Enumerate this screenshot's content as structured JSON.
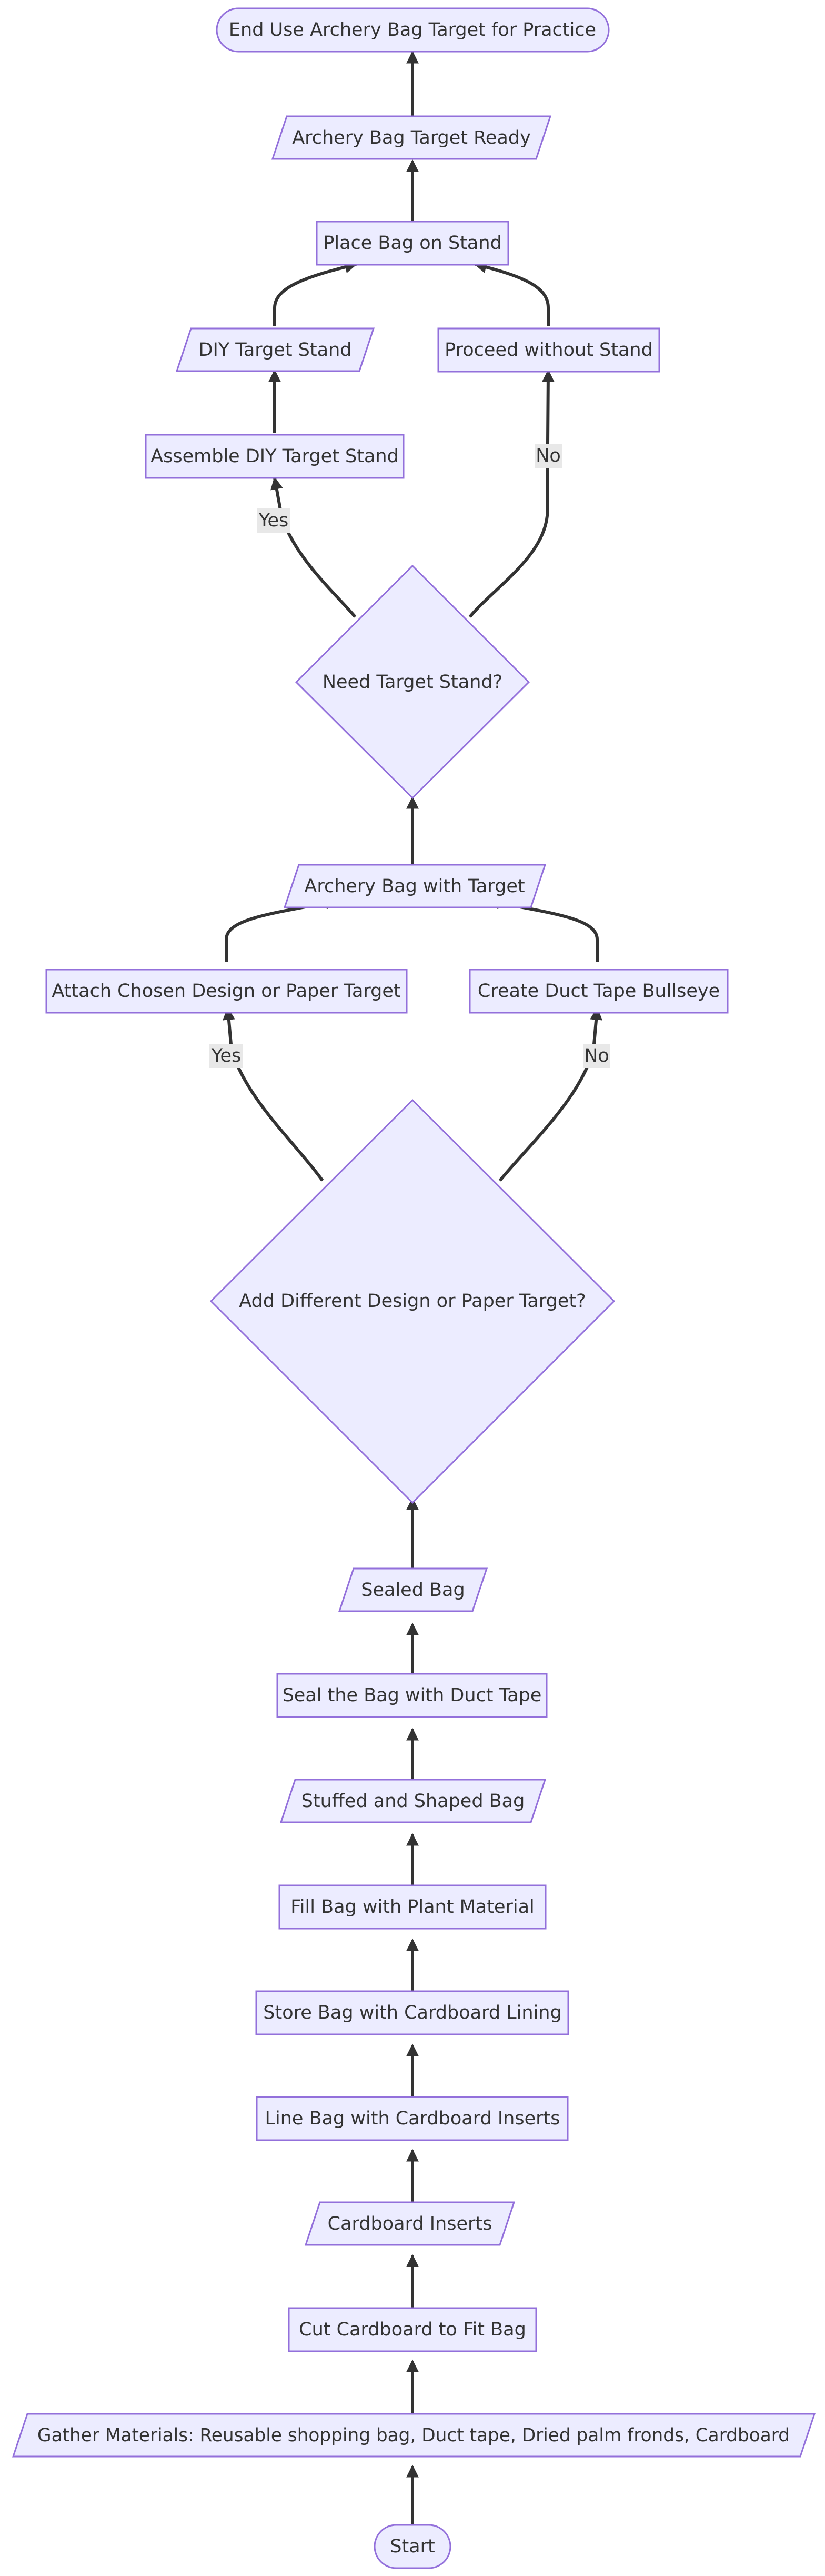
{
  "diagram": {
    "nodes": {
      "end": "End Use Archery Bag Target for Practice",
      "archery_bag_target_ready": "Archery Bag Target Ready",
      "place_bag_on_stand": "Place Bag on Stand",
      "diy_target_stand": "DIY Target Stand",
      "proceed_without_stand": "Proceed without Stand",
      "assemble_diy_target_stand": "Assemble DIY Target Stand",
      "need_target_stand": "Need Target Stand?",
      "archery_bag_with_target": "Archery Bag with Target",
      "attach_chosen_design": "Attach Chosen Design or Paper Target",
      "create_duct_tape_bullseye": "Create Duct Tape Bullseye",
      "add_different_design": "Add Different Design or Paper Target?",
      "sealed_bag": "Sealed Bag",
      "seal_bag_with_duct_tape": "Seal the Bag with Duct Tape",
      "stuffed_and_shaped_bag": "Stuffed and Shaped Bag",
      "fill_bag_with_plant_material": "Fill Bag with Plant Material",
      "store_bag_with_cardboard_lining": "Store Bag with Cardboard Lining",
      "line_bag_with_cardboard_inserts": "Line Bag with Cardboard Inserts",
      "cardboard_inserts": "Cardboard Inserts",
      "cut_cardboard_to_fit_bag": "Cut Cardboard to Fit Bag",
      "gather_materials": "Gather Materials: Reusable shopping bag, Duct tape, Dried palm fronds, Cardboard",
      "start": "Start"
    },
    "edge_labels": {
      "stand_yes": "Yes",
      "stand_no": "No",
      "design_yes": "Yes",
      "design_no": "No"
    },
    "colors": {
      "node_fill": "#ECECFF",
      "node_stroke": "#9370DB",
      "edge": "#333333",
      "edge_label_background": "#E8E8E8",
      "text": "#333333"
    }
  }
}
